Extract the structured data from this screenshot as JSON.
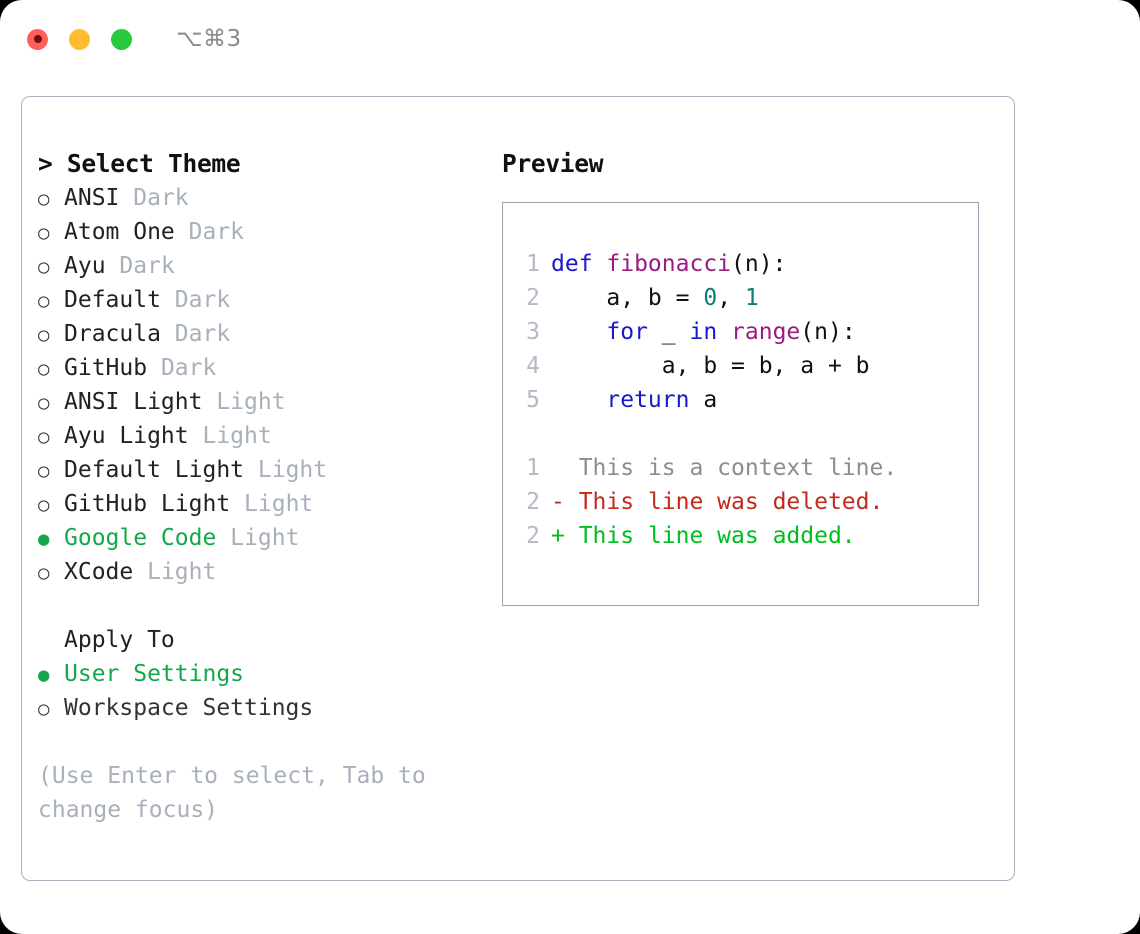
{
  "window": {
    "shortcut": "⌥⌘3",
    "traffic_lights": [
      {
        "name": "close",
        "color": "#ff5f56"
      },
      {
        "name": "minimize",
        "color": "#ffbd2e"
      },
      {
        "name": "maximize",
        "color": "#27c93f"
      }
    ]
  },
  "theme_picker": {
    "title": "> Select Theme",
    "bullet_unselected": "○",
    "bullet_selected": "●",
    "themes": [
      {
        "name": "ANSI",
        "kind": "Dark",
        "selected": false
      },
      {
        "name": "Atom One",
        "kind": "Dark",
        "selected": false
      },
      {
        "name": "Ayu",
        "kind": "Dark",
        "selected": false
      },
      {
        "name": "Default",
        "kind": "Dark",
        "selected": false
      },
      {
        "name": "Dracula",
        "kind": "Dark",
        "selected": false
      },
      {
        "name": "GitHub",
        "kind": "Dark",
        "selected": false
      },
      {
        "name": "ANSI Light",
        "kind": "Light",
        "selected": false
      },
      {
        "name": "Ayu Light",
        "kind": "Light",
        "selected": false
      },
      {
        "name": "Default Light",
        "kind": "Light",
        "selected": false
      },
      {
        "name": "GitHub Light",
        "kind": "Light",
        "selected": false
      },
      {
        "name": "Google Code",
        "kind": "Light",
        "selected": true
      },
      {
        "name": "XCode",
        "kind": "Light",
        "selected": false
      }
    ]
  },
  "apply_to": {
    "title": "Apply To",
    "options": [
      {
        "label": "User Settings",
        "selected": true
      },
      {
        "label": "Workspace Settings",
        "selected": false
      }
    ]
  },
  "hint": "(Use Enter to select, Tab to change focus)",
  "preview": {
    "title": "Preview",
    "code_lines": [
      {
        "lineno": "1",
        "tokens": [
          {
            "text": "def ",
            "type": "kw"
          },
          {
            "text": "fibonacci",
            "type": "fn"
          },
          {
            "text": "(n):",
            "type": "punct"
          }
        ]
      },
      {
        "lineno": "2",
        "tokens": [
          {
            "text": "    a, b = ",
            "type": "var"
          },
          {
            "text": "0",
            "type": "num"
          },
          {
            "text": ", ",
            "type": "punct"
          },
          {
            "text": "1",
            "type": "num"
          }
        ]
      },
      {
        "lineno": "3",
        "tokens": [
          {
            "text": "    ",
            "type": "var"
          },
          {
            "text": "for",
            "type": "kw"
          },
          {
            "text": " _ ",
            "type": "var"
          },
          {
            "text": "in",
            "type": "kw"
          },
          {
            "text": " ",
            "type": "var"
          },
          {
            "text": "range",
            "type": "fn"
          },
          {
            "text": "(n):",
            "type": "punct"
          }
        ]
      },
      {
        "lineno": "4",
        "tokens": [
          {
            "text": "        a, b = b, a + b",
            "type": "var"
          }
        ]
      },
      {
        "lineno": "5",
        "tokens": [
          {
            "text": "    ",
            "type": "var"
          },
          {
            "text": "return",
            "type": "kw"
          },
          {
            "text": " a",
            "type": "var"
          }
        ]
      }
    ],
    "diff_lines": [
      {
        "lineno": "1",
        "marker": " ",
        "text": " This is a context line.",
        "type": "ctx"
      },
      {
        "lineno": "2",
        "marker": "-",
        "text": " This line was deleted.",
        "type": "del"
      },
      {
        "lineno": "2",
        "marker": "+",
        "text": " This line was added.",
        "type": "add"
      }
    ]
  },
  "colors": {
    "accent_green": "#15a84a",
    "diff_add": "#00be1e",
    "diff_del": "#c42a1c",
    "muted": "#a8b0bb",
    "keyword": "#1a18c9",
    "function": "#9c1a82",
    "number": "#0f7a78",
    "border": "#aab3c0"
  }
}
